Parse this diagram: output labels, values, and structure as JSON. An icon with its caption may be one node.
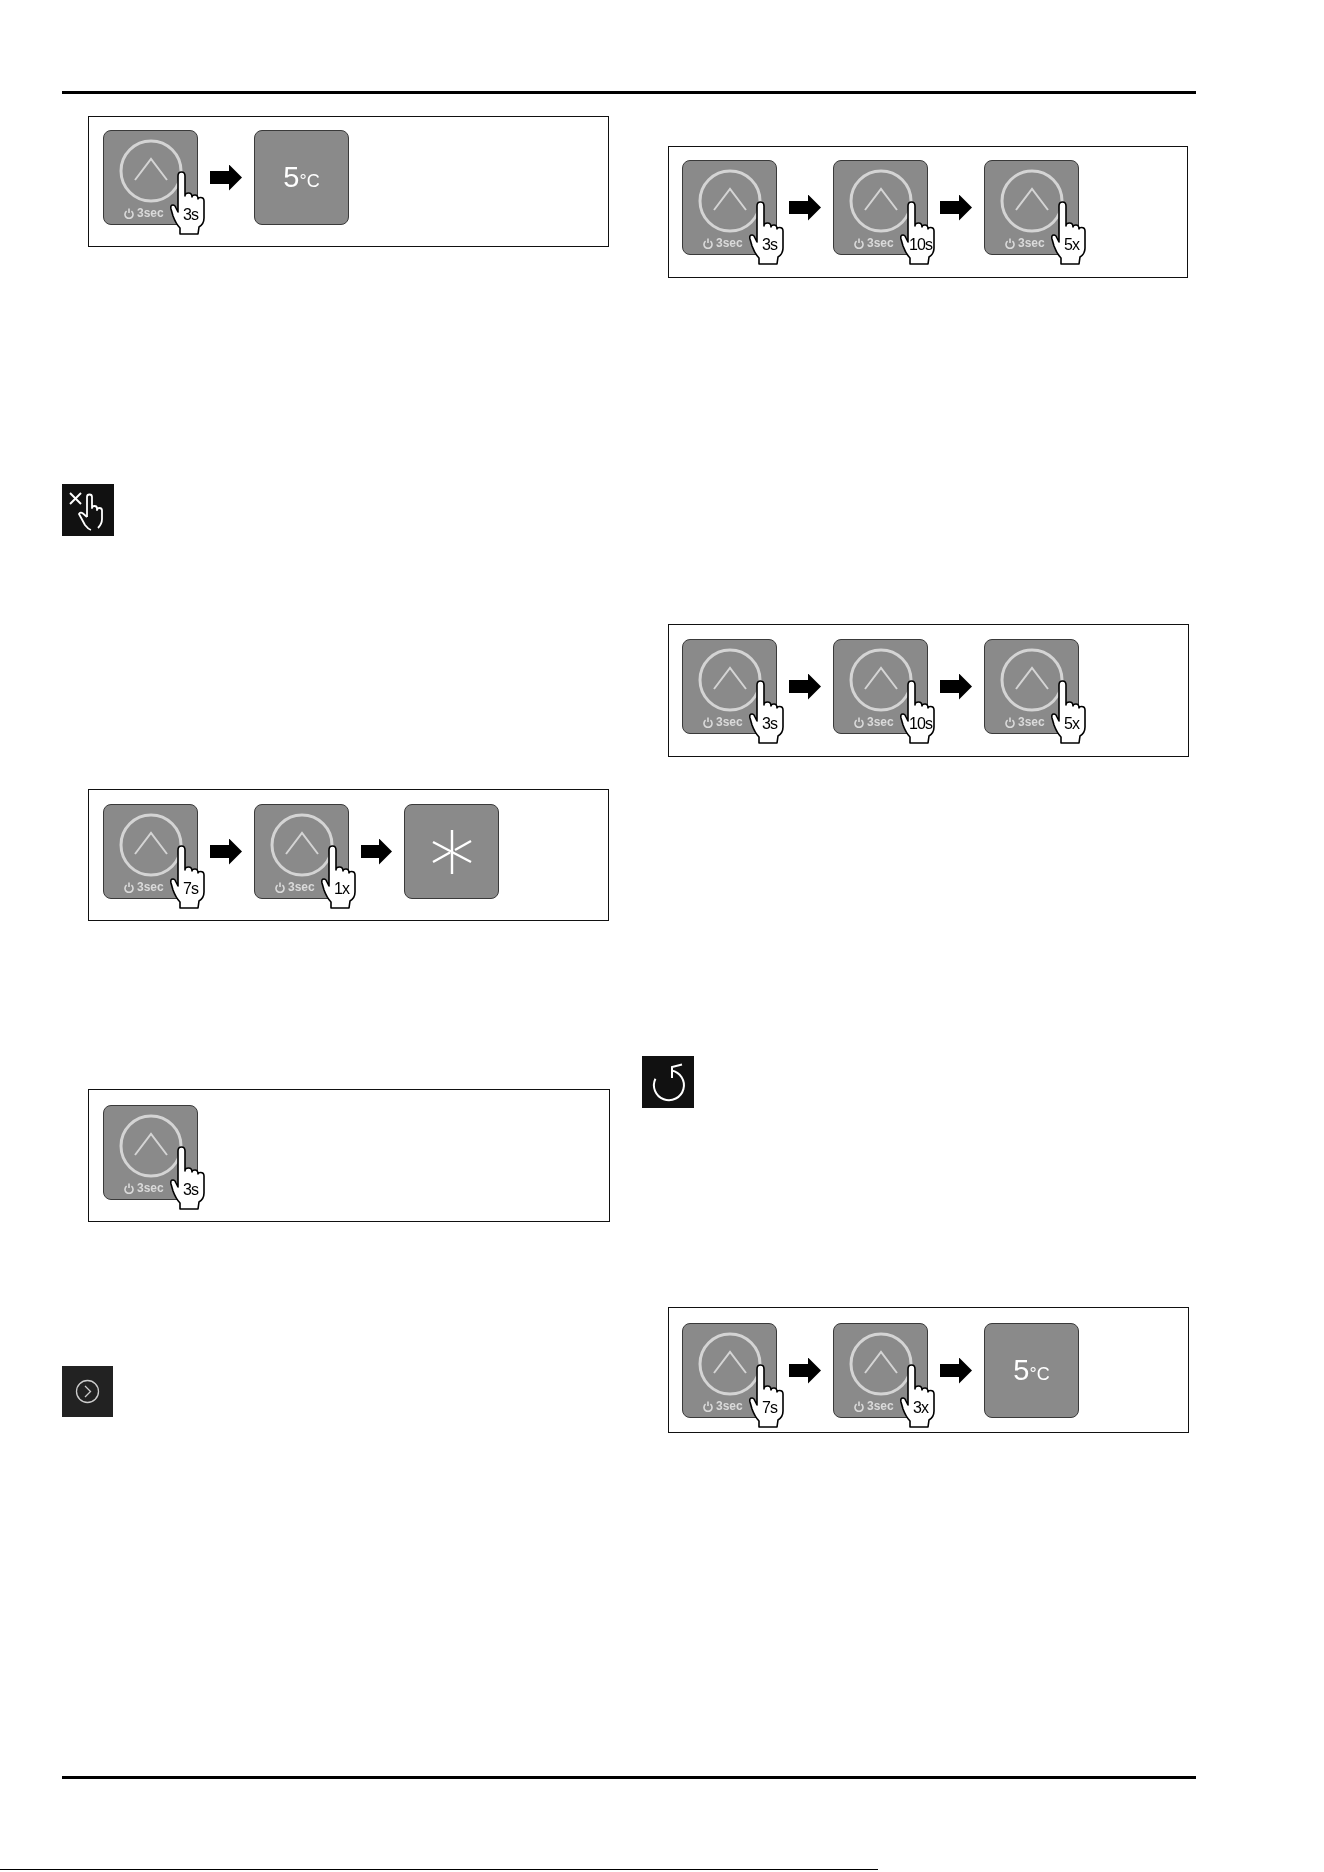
{
  "diagram": {
    "nodes": [
      {
        "text": [],
        "shape": "box"
      },
      {
        "text": [
          "3sec",
          "3s"
        ],
        "in": 0
      },
      {
        "text": [
          "5°C"
        ],
        "in": 0
      },
      {
        "text": [],
        "shape": "box"
      },
      {
        "text": [
          "3sec",
          "7s"
        ],
        "in": 3
      },
      {
        "text": [
          "3sec",
          "1x"
        ],
        "in": 3
      },
      {
        "text": [],
        "shape": "box",
        "in": 3
      },
      {
        "text": [],
        "shape": "box"
      },
      {
        "text": [
          "3sec",
          "3s"
        ],
        "in": 7
      },
      {
        "text": [],
        "shape": "box"
      },
      {
        "text": [
          "3sec",
          "3s"
        ],
        "in": 9
      },
      {
        "text": [
          "3sec",
          "10s"
        ],
        "in": 9
      },
      {
        "text": [
          "3sec",
          "5x"
        ],
        "in": 9
      },
      {
        "text": [],
        "shape": "box"
      },
      {
        "text": [
          "3sec",
          "3s"
        ],
        "in": 13
      },
      {
        "text": [
          "3sec",
          "10s"
        ],
        "in": 13
      },
      {
        "text": [
          "3sec",
          "5x"
        ],
        "in": 13
      },
      {
        "text": [],
        "shape": "box"
      },
      {
        "text": [
          "3sec",
          "7s"
        ],
        "in": 17
      },
      {
        "text": [
          "3sec",
          "3x"
        ],
        "in": 17
      },
      {
        "text": [
          "5°C"
        ],
        "in": 17
      }
    ],
    "edges": [
      {
        "from": 1,
        "to": 2,
        "arrow": "to"
      },
      {
        "from": 4,
        "to": 5,
        "arrow": "to"
      },
      {
        "from": 5,
        "to": 6,
        "arrow": "to"
      },
      {
        "from": 10,
        "to": 11,
        "arrow": "to"
      },
      {
        "from": 11,
        "to": 12,
        "arrow": "to"
      },
      {
        "from": 14,
        "to": 15,
        "arrow": "to"
      },
      {
        "from": 15,
        "to": 16,
        "arrow": "to"
      },
      {
        "from": 18,
        "to": 19,
        "arrow": "to"
      },
      {
        "from": 19,
        "to": 20,
        "arrow": "to"
      }
    ]
  }
}
